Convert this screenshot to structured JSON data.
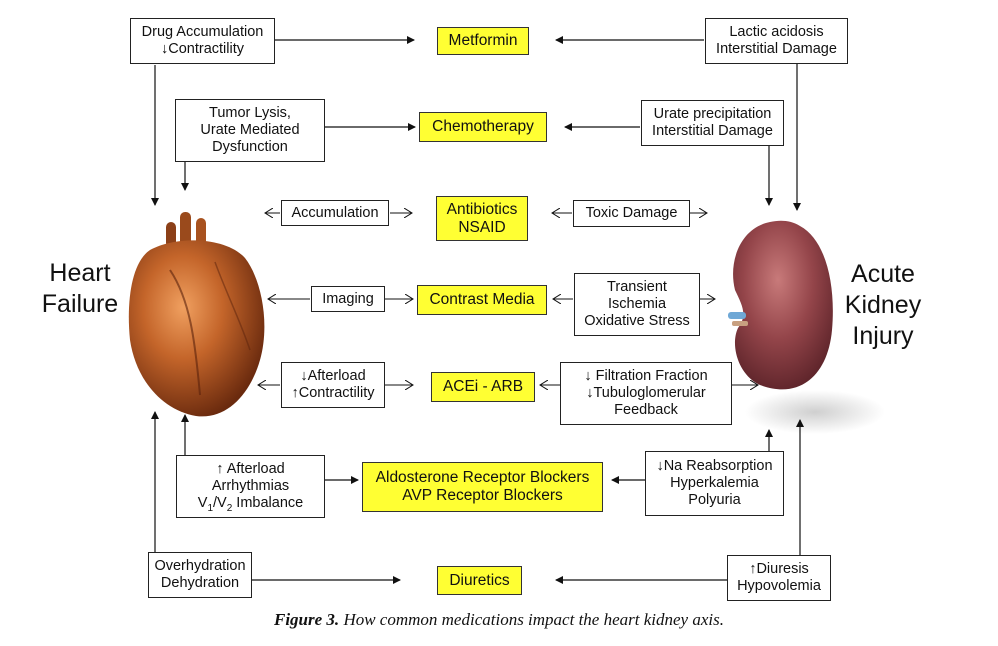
{
  "labels": {
    "heart_failure": [
      "Heart",
      "Failure"
    ],
    "aki": [
      "Acute",
      "Kidney",
      "Injury"
    ]
  },
  "drugs": {
    "metformin": "Metformin",
    "chemotherapy": "Chemotherapy",
    "antibiotics": [
      "Antibiotics",
      "NSAID"
    ],
    "contrast": "Contrast Media",
    "acei": "ACEi - ARB",
    "aldosterone": [
      "Aldosterone Receptor Blockers",
      "AVP Receptor Blockers"
    ],
    "diuretics": "Diuretics"
  },
  "heart_effects": {
    "metformin": [
      "Drug Accumulation",
      "↓Contractility"
    ],
    "chemotherapy": [
      "Tumor Lysis,",
      "Urate Mediated",
      "Dysfunction"
    ],
    "antibiotics": "Accumulation",
    "contrast": "Imaging",
    "acei": [
      "↓Afterload",
      "↑Contractility"
    ],
    "aldosterone": [
      "↑ Afterload",
      "Arrhythmias",
      "V",
      "1",
      "/V",
      "2",
      " Imbalance"
    ],
    "diuretics": [
      "Overhydration",
      "Dehydration"
    ]
  },
  "kidney_effects": {
    "metformin": [
      "Lactic acidosis",
      "Interstitial Damage"
    ],
    "chemotherapy": [
      "Urate precipitation",
      "Interstitial Damage"
    ],
    "antibiotics": "Toxic Damage",
    "contrast": [
      "Transient",
      "Ischemia",
      "Oxidative Stress"
    ],
    "acei": [
      "↓ Filtration Fraction",
      "↓Tubuloglomerular",
      "Feedback"
    ],
    "aldosterone": [
      "↓Na Reabsorption",
      "Hyperkalemia",
      "Polyuria"
    ],
    "diuretics": [
      "↑Diuresis",
      "Hypovolemia"
    ]
  },
  "caption": {
    "label": "Figure 3.",
    "text": " How common medications impact the heart kidney axis."
  },
  "colors": {
    "drug_fill": "#ffff33",
    "heart": "#b5561e",
    "kidney": "#8a3a3a"
  }
}
